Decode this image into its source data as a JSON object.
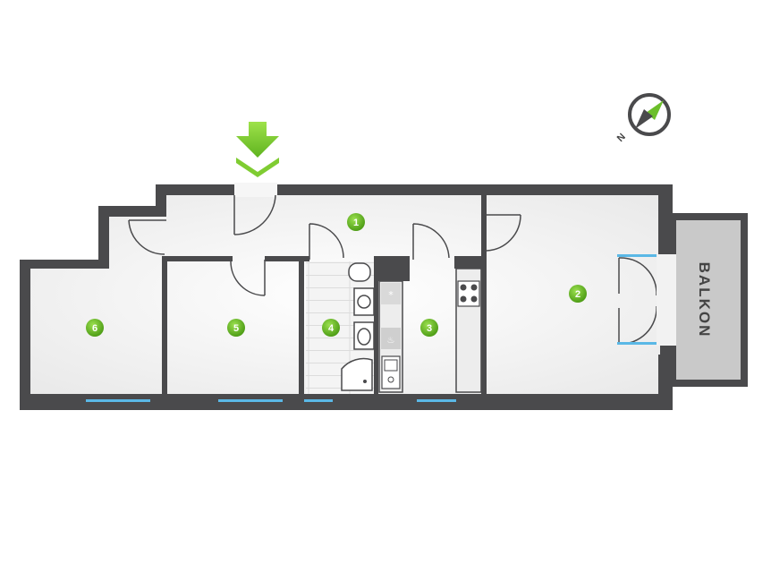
{
  "rooms": [
    {
      "number": "1"
    },
    {
      "number": "2"
    },
    {
      "number": "3"
    },
    {
      "number": "4"
    },
    {
      "number": "5"
    },
    {
      "number": "6"
    }
  ],
  "balcony": {
    "label": "BALKON"
  },
  "compass": {
    "label": "N"
  },
  "colors": {
    "wall": "#4a4a4c",
    "floor": "#f2f2f2",
    "window": "#5ab8e6",
    "accent_green": "#6cbf2a",
    "balcony_floor": "#c9c9c9"
  },
  "icons": {
    "entrance": "entrance-arrow-icon",
    "compass": "compass-icon"
  }
}
